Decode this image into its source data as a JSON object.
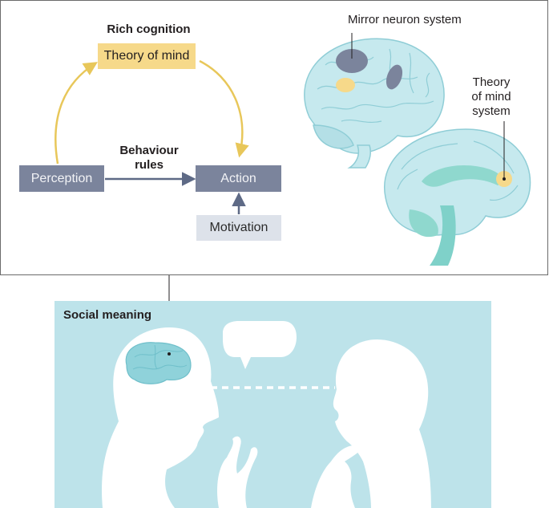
{
  "flow": {
    "rich_cognition_label": "Rich cognition",
    "theory_of_mind_box": "Theory of mind",
    "behaviour_rules_label_line1": "Behaviour",
    "behaviour_rules_label_line2": "rules",
    "perception_box": "Perception",
    "action_box": "Action",
    "motivation_box": "Motivation"
  },
  "brains": {
    "mirror_neuron_label": "Mirror neuron system",
    "tom_system_line1": "Theory",
    "tom_system_line2": "of mind",
    "tom_system_line3": "system"
  },
  "social": {
    "title": "Social meaning"
  },
  "colors": {
    "yellow_box": "#f6d98a",
    "slate_box": "#7b849c",
    "light_box": "#dde2ea",
    "arrow_yellow": "#e8c75a",
    "arrow_slate": "#5e6a86",
    "brain_teal": "#c6e9ee",
    "brain_line": "#8fcdd6",
    "panel_teal": "#bde3ea"
  }
}
